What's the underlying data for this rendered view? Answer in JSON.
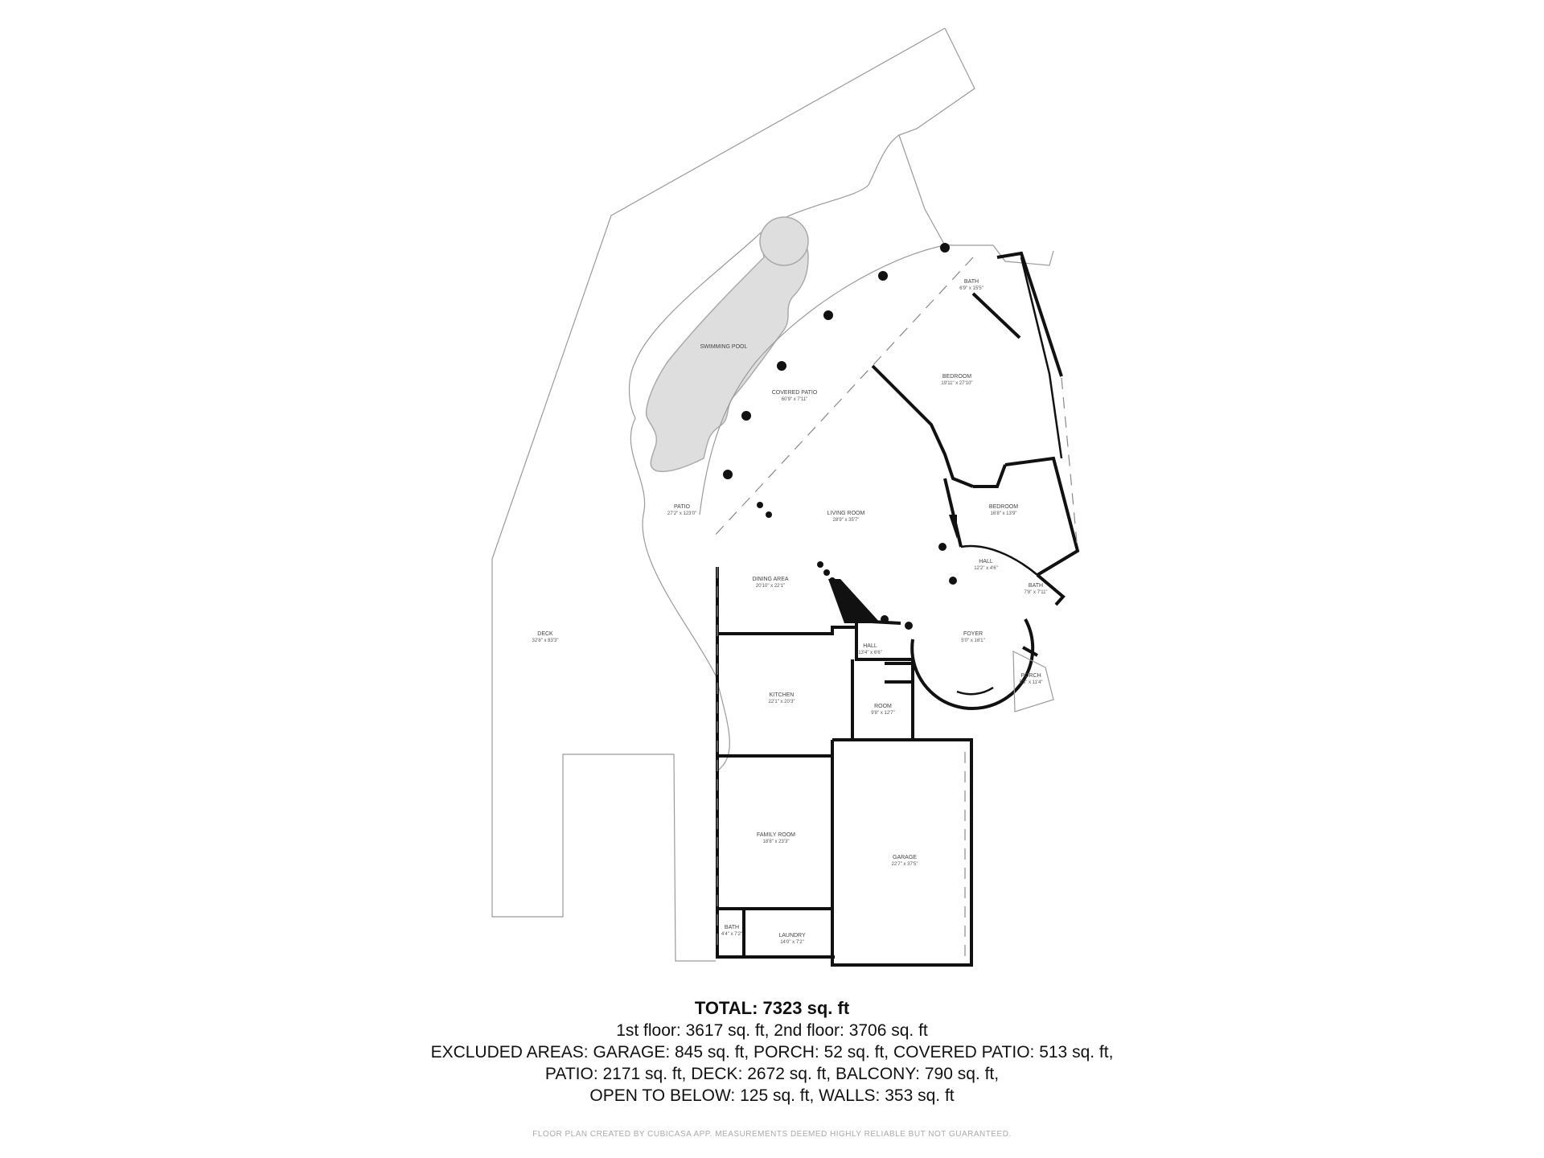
{
  "rooms": [
    {
      "id": "bath-upper",
      "name": "BATH",
      "dims": "6'9\" x 15'5\""
    },
    {
      "id": "swimming-pool",
      "name": "SWIMMING POOL",
      "dims": ""
    },
    {
      "id": "bedroom-1",
      "name": "BEDROOM",
      "dims": "19'11\" x 27'10\""
    },
    {
      "id": "covered-patio",
      "name": "COVERED PATIO",
      "dims": "60'9\" x 7'11\""
    },
    {
      "id": "bedroom-2",
      "name": "BEDROOM",
      "dims": "16'8\" x 13'9\""
    },
    {
      "id": "patio",
      "name": "PATIO",
      "dims": "27'2\" x 123'0\""
    },
    {
      "id": "living-room",
      "name": "LIVING ROOM",
      "dims": "28'9\" x 35'7\""
    },
    {
      "id": "hall-1",
      "name": "HALL",
      "dims": "12'2\" x 4'6\""
    },
    {
      "id": "bath-mid",
      "name": "BATH",
      "dims": "7'8\" x 7'11\""
    },
    {
      "id": "dining-area",
      "name": "DINING AREA",
      "dims": "20'10\" x 22'1\""
    },
    {
      "id": "deck",
      "name": "DECK",
      "dims": "32'8\" x 83'3\""
    },
    {
      "id": "foyer",
      "name": "FOYER",
      "dims": "5'0\" x 16'1\""
    },
    {
      "id": "hall-2",
      "name": "HALL",
      "dims": "13'4\" x 6'6\""
    },
    {
      "id": "porch",
      "name": "PORCH",
      "dims": "5'3\" x 11'4\""
    },
    {
      "id": "kitchen",
      "name": "KITCHEN",
      "dims": "22'1\" x 20'3\""
    },
    {
      "id": "room",
      "name": "ROOM",
      "dims": "9'8\" x 12'7\""
    },
    {
      "id": "family-room",
      "name": "FAMILY ROOM",
      "dims": "18'8\" x 23'3\""
    },
    {
      "id": "garage",
      "name": "GARAGE",
      "dims": "22'7\" x 37'5\""
    },
    {
      "id": "bath-lower",
      "name": "BATH",
      "dims": "4'4\" x 7'2\""
    },
    {
      "id": "laundry",
      "name": "LAUNDRY",
      "dims": "14'0\" x 7'2\""
    }
  ],
  "summary": {
    "total": "TOTAL: 7323 sq. ft",
    "lines": [
      "1st floor: 3617 sq. ft, 2nd floor: 3706 sq. ft",
      "EXCLUDED AREAS: GARAGE: 845 sq. ft, PORCH: 52 sq. ft, COVERED PATIO: 513 sq. ft,",
      "PATIO: 2171 sq. ft, DECK: 2672 sq. ft, BALCONY: 790 sq. ft,",
      "OPEN TO BELOW: 125 sq. ft, WALLS: 353 sq. ft"
    ]
  },
  "footer": "FLOOR PLAN CREATED BY CUBICASA APP. MEASUREMENTS DEEMED HIGHLY RELIABLE BUT NOT GUARANTEED."
}
